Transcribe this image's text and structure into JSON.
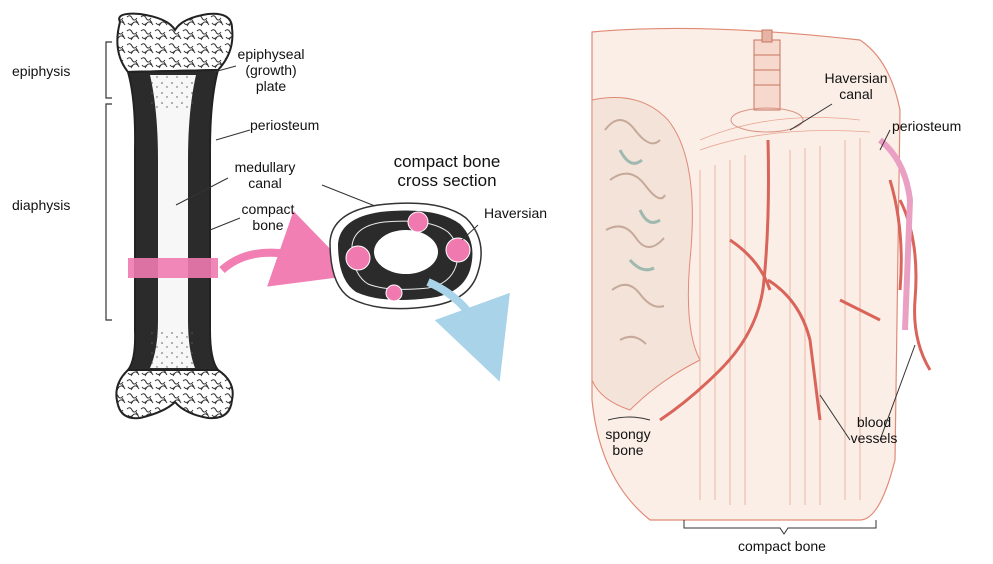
{
  "labels": {
    "epiphysis": "epiphysis",
    "diaphysis": "diaphysis",
    "epiphyseal_plate": [
      "epiphyseal",
      "(growth)",
      "plate"
    ],
    "periosteum_left": "periosteum",
    "medullary_canal": [
      "medullary",
      "canal"
    ],
    "compact_bone_left": [
      "compact",
      "bone"
    ],
    "cross_section_title": [
      "compact bone",
      "cross section"
    ],
    "haversian_left": "Haversian",
    "haversian_canal": [
      "Haversian",
      "canal"
    ],
    "periosteum_right": "periosteum",
    "spongy_bone": [
      "spongy",
      "bone"
    ],
    "blood_vessels": [
      "blood",
      "vessels"
    ],
    "compact_bone_bottom": "compact bone"
  },
  "colors": {
    "bone_dark": "#2b2b2b",
    "band_pink": "#f07ab0",
    "arrow_pink": "#f27fb3",
    "arrow_blue": "#a9d3e8",
    "tissue_line": "#e08a76",
    "tissue_fill": "#fbeee7",
    "vessel": "#d9645a"
  }
}
